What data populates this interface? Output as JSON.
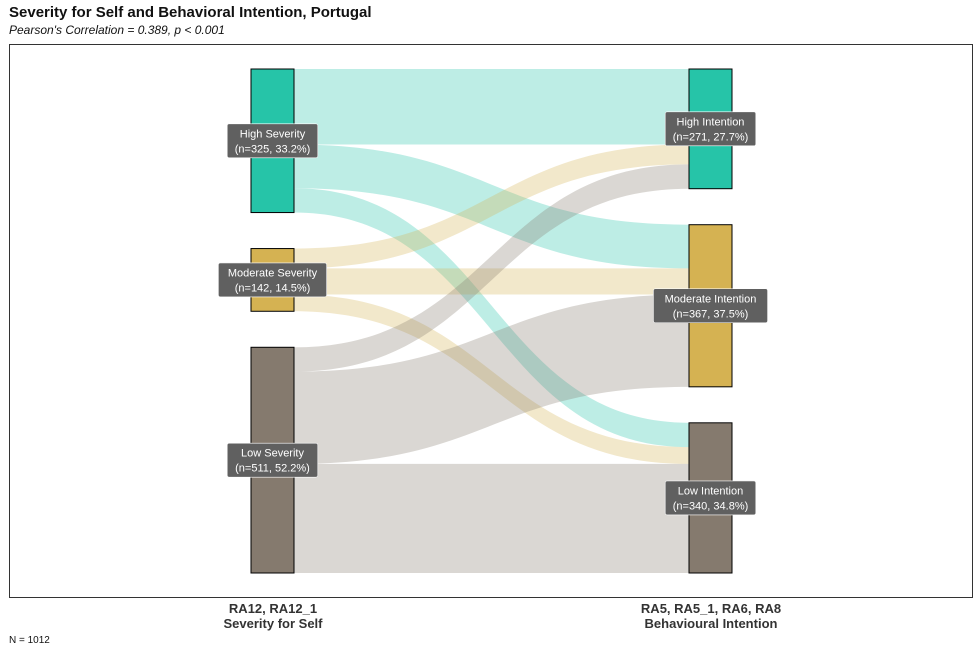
{
  "header": {
    "title": "Severity for Self and Behavioral Intention, Portugal",
    "subtitle": "Pearson's Correlation = 0.389, p < 0.001"
  },
  "axes": {
    "left": {
      "code": "RA12, RA12_1",
      "name": "Severity for Self"
    },
    "right": {
      "code": "RA5, RA5_1, RA6, RA8",
      "name": "Behavioural Intention"
    }
  },
  "footer": {
    "sample_size": "N = 1012"
  },
  "colors": {
    "high": "#26c4a8",
    "moderate": "#d5b252",
    "low": "#857a6e",
    "label_bg": "#606060",
    "label_text": "#ffffff",
    "frame": "#333333"
  },
  "chart_data": {
    "type": "sankey",
    "title": "Severity for Self and Behavioral Intention, Portugal",
    "subtitle": "Pearson's Correlation = 0.389, p < 0.001",
    "total": 1012,
    "left_nodes": [
      {
        "id": "high",
        "name": "High Severity",
        "count_label": "(n=325, 33.2%)",
        "n": 325,
        "pct": 33.2
      },
      {
        "id": "moderate",
        "name": "Moderate Severity",
        "count_label": "(n=142, 14.5%)",
        "n": 142,
        "pct": 14.5
      },
      {
        "id": "low",
        "name": "Low Severity",
        "count_label": "(n=511, 52.2%)",
        "n": 511,
        "pct": 52.2
      }
    ],
    "right_nodes": [
      {
        "id": "high",
        "name": "High Intention",
        "count_label": "(n=271, 27.7%)",
        "n": 271,
        "pct": 27.7
      },
      {
        "id": "moderate",
        "name": "Moderate Intention",
        "count_label": "(n=367, 37.5%)",
        "n": 367,
        "pct": 37.5
      },
      {
        "id": "low",
        "name": "Low Intention",
        "count_label": "(n=340, 34.8%)",
        "n": 340,
        "pct": 34.8
      }
    ],
    "flows": [
      {
        "from": "high",
        "to": "high",
        "value": 171
      },
      {
        "from": "high",
        "to": "moderate",
        "value": 99
      },
      {
        "from": "high",
        "to": "low",
        "value": 55
      },
      {
        "from": "moderate",
        "to": "high",
        "value": 45
      },
      {
        "from": "moderate",
        "to": "moderate",
        "value": 59
      },
      {
        "from": "moderate",
        "to": "low",
        "value": 38
      },
      {
        "from": "low",
        "to": "high",
        "value": 55
      },
      {
        "from": "low",
        "to": "moderate",
        "value": 209
      },
      {
        "from": "low",
        "to": "low",
        "value": 247
      }
    ]
  }
}
